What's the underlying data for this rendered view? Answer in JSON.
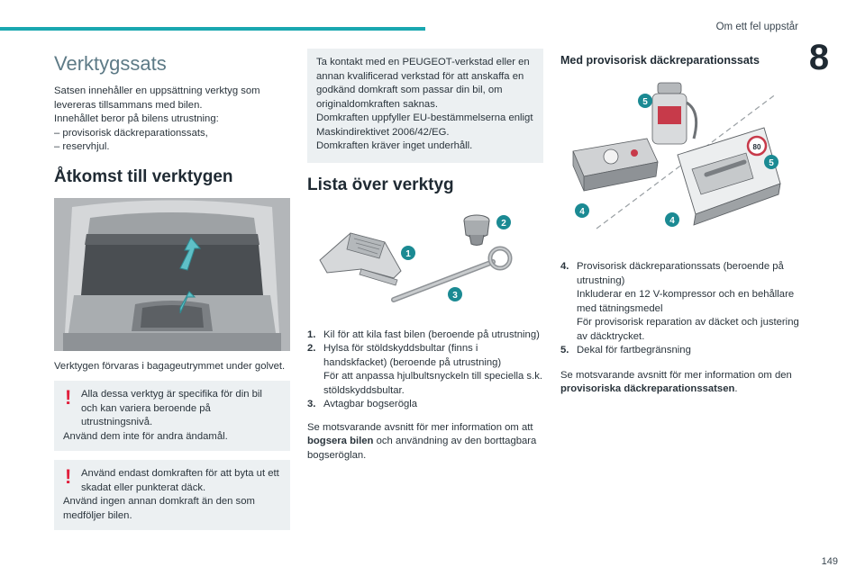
{
  "header": {
    "title": "Om ett fel uppstår",
    "chapter": "8"
  },
  "page_number": "149",
  "col1": {
    "title": "Verktygssats",
    "intro": [
      "Satsen innehåller en uppsättning verktyg som levereras tillsammans med bilen.",
      "Innehållet beror på bilens utrustning:",
      "– provisorisk däckreparationssats,",
      "– reservhjul."
    ],
    "access_title": "Åtkomst till verktygen",
    "access_text": "Verktygen förvaras i bagageutrymmet under golvet.",
    "warning1": [
      "Alla dessa verktyg är specifika för din bil och kan variera beroende på utrustningsnivå.",
      "Använd dem inte för andra ändamål."
    ],
    "warning2": [
      "Använd endast domkraften för att byta ut ett skadat eller punkterat däck.",
      "Använd ingen annan domkraft än den som medföljer bilen."
    ]
  },
  "col2": {
    "note": [
      "Ta kontakt med en PEUGEOT-verkstad eller en annan kvalificerad verkstad för att anskaffa en godkänd domkraft som passar din bil, om originaldomkraften saknas.",
      "Domkraften uppfyller EU-bestämmelserna enligt Maskindirektivet 2006/42/EG.",
      "Domkraften kräver inget underhåll."
    ],
    "list_title": "Lista över verktyg",
    "items": [
      {
        "num": "1.",
        "lines": [
          "Kil för att kila fast bilen (beroende på utrustning)"
        ]
      },
      {
        "num": "2.",
        "lines": [
          "Hylsa för stöldskyddsbultar (finns i handskfacket) (beroende på utrustning)",
          "För att anpassa hjulbultsnyckeln till speciella s.k. stöldskyddsbultar."
        ]
      },
      {
        "num": "3.",
        "lines": [
          "Avtagbar bogserögla"
        ]
      }
    ],
    "ref_pre": "Se motsvarande avsnitt för mer information om att ",
    "ref_bold": "bogsera bilen",
    "ref_post": " och användning av den borttagbara bogseröglan.",
    "badges": [
      "1",
      "2",
      "3"
    ]
  },
  "col3": {
    "title": "Med provisorisk däckreparationssats",
    "items": [
      {
        "num": "4.",
        "lines": [
          "Provisorisk däckreparationssats (beroende på utrustning)",
          "Inkluderar en 12 V-kompressor och en behållare med tätningsmedel",
          "För provisorisk reparation av däcket och justering av däcktrycket."
        ]
      },
      {
        "num": "5.",
        "lines": [
          "Dekal för fartbegränsning"
        ]
      }
    ],
    "ref_pre": "Se motsvarande avsnitt för mer information om den ",
    "ref_bold": "provisoriska däckreparationssatsen",
    "ref_post": ".",
    "badges": [
      "5",
      "5",
      "4",
      "4"
    ],
    "sticker_text": "80"
  },
  "colors": {
    "accent": "#19a7b0",
    "warning": "#e11f3c",
    "box_bg": "#ecf0f2",
    "badge": "#1b8a93"
  }
}
